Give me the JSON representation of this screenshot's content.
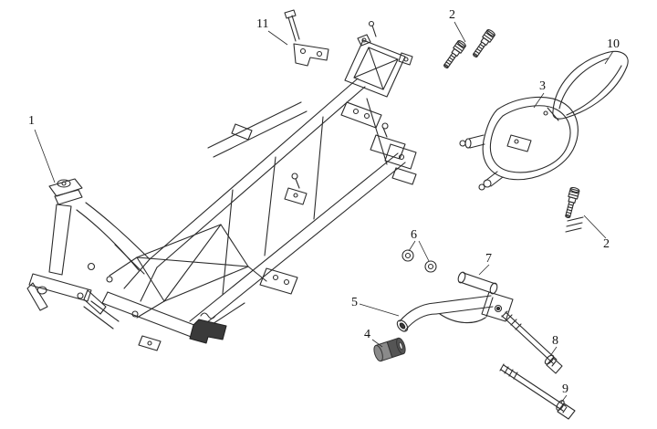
{
  "diagram": {
    "background_color": "#ffffff",
    "line_color": "#2b2b2b",
    "description_visible_text_only": "exploded parts diagram with numbered callouts",
    "callout_count": 12
  },
  "callouts": {
    "n1": "1",
    "n2_top": "2",
    "n2_right": "2",
    "n3": "3",
    "n4": "4",
    "n5": "5",
    "n6": "6",
    "n7": "7",
    "n8": "8",
    "n9": "9",
    "n10": "10",
    "n11": "11"
  }
}
